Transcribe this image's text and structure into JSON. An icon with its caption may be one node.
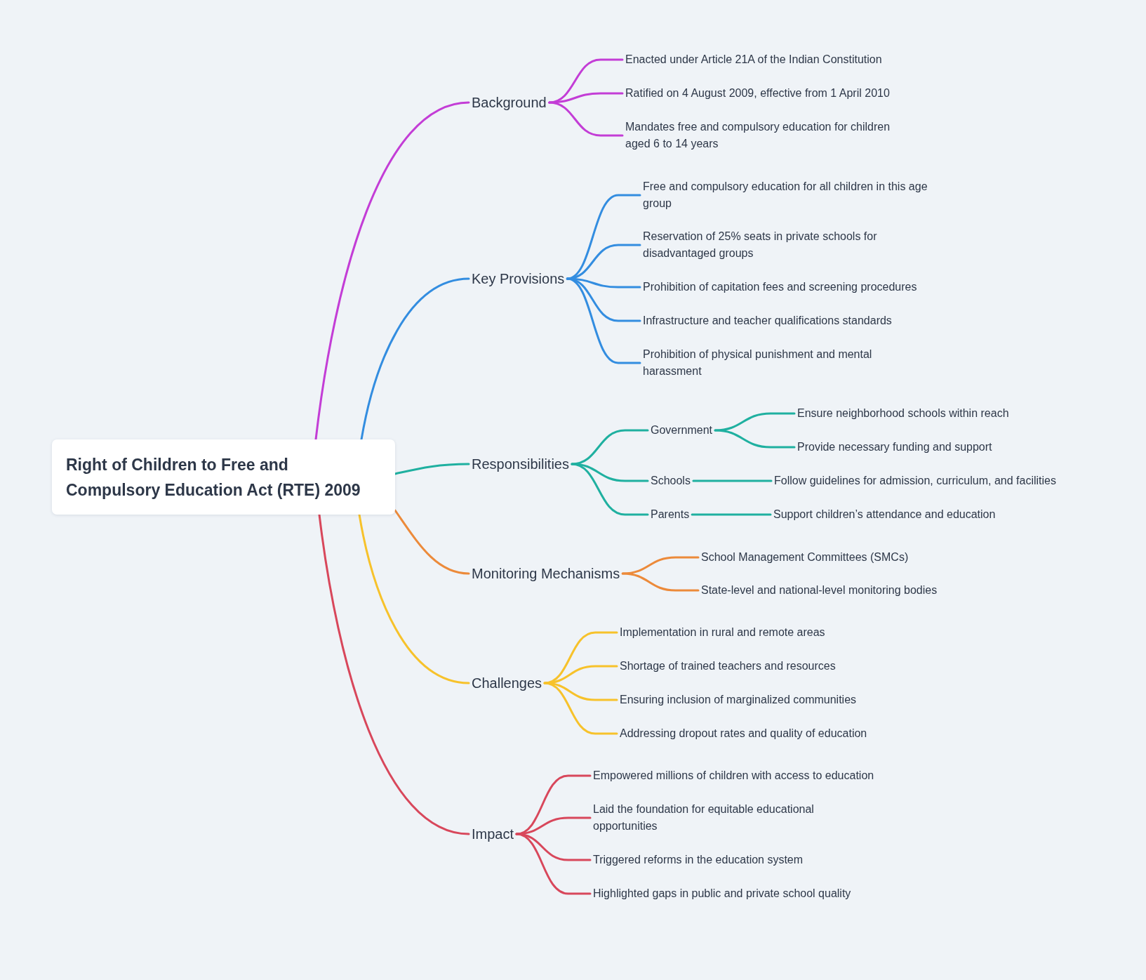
{
  "diagram": {
    "nodes": [
      {
        "text": [
          "Right of Children to Free and Compulsory Education Act (RTE) 2009"
        ]
      },
      {
        "text": [
          "Background"
        ]
      },
      {
        "text": [
          "Enacted under Article 21A of the Indian Constitution"
        ]
      },
      {
        "text": [
          "Ratified on 4 August 2009, effective from 1 April 2010"
        ]
      },
      {
        "text": [
          "Mandates free and compulsory education for children aged 6 to 14 years"
        ]
      },
      {
        "text": [
          "Key Provisions"
        ]
      },
      {
        "text": [
          "Free and compulsory education for all children in this age group"
        ]
      },
      {
        "text": [
          "Reservation of 25% seats in private schools for disadvantaged groups"
        ]
      },
      {
        "text": [
          "Prohibition of capitation fees and screening procedures"
        ]
      },
      {
        "text": [
          "Infrastructure and teacher qualifications standards"
        ]
      },
      {
        "text": [
          "Prohibition of physical punishment and mental harassment"
        ]
      },
      {
        "text": [
          "Responsibilities"
        ]
      },
      {
        "text": [
          "Government"
        ]
      },
      {
        "text": [
          "Ensure neighborhood schools within reach"
        ]
      },
      {
        "text": [
          "Provide necessary funding and support"
        ]
      },
      {
        "text": [
          "Schools"
        ]
      },
      {
        "text": [
          "Follow guidelines for admission, curriculum, and facilities"
        ]
      },
      {
        "text": [
          "Parents"
        ]
      },
      {
        "text": [
          "Support children’s attendance and education"
        ]
      },
      {
        "text": [
          "Monitoring Mechanisms"
        ]
      },
      {
        "text": [
          "School Management Committees (SMCs)"
        ]
      },
      {
        "text": [
          "State-level and national-level monitoring bodies"
        ]
      },
      {
        "text": [
          "Challenges"
        ]
      },
      {
        "text": [
          "Implementation in rural and remote areas"
        ]
      },
      {
        "text": [
          "Shortage of trained teachers and resources"
        ]
      },
      {
        "text": [
          "Ensuring inclusion of marginalized communities"
        ]
      },
      {
        "text": [
          "Addressing dropout rates and quality of education"
        ]
      },
      {
        "text": [
          "Impact"
        ]
      },
      {
        "text": [
          "Empowered millions of children with access to education"
        ]
      },
      {
        "text": [
          "Laid the foundation for equitable educational opportunities"
        ]
      },
      {
        "text": [
          "Triggered reforms in the education system"
        ]
      },
      {
        "text": [
          "Highlighted gaps in public and private school quality"
        ]
      }
    ],
    "edges": [
      {
        "from": 0,
        "to": 1,
        "arrow": "none",
        "color": "#c33dd6"
      },
      {
        "from": 1,
        "to": 2,
        "arrow": "none",
        "color": "#c33dd6"
      },
      {
        "from": 1,
        "to": 3,
        "arrow": "none",
        "color": "#c33dd6"
      },
      {
        "from": 1,
        "to": 4,
        "arrow": "none",
        "color": "#c33dd6"
      },
      {
        "from": 0,
        "to": 5,
        "arrow": "none",
        "color": "#338de0"
      },
      {
        "from": 5,
        "to": 6,
        "arrow": "none",
        "color": "#338de0"
      },
      {
        "from": 5,
        "to": 7,
        "arrow": "none",
        "color": "#338de0"
      },
      {
        "from": 5,
        "to": 8,
        "arrow": "none",
        "color": "#338de0"
      },
      {
        "from": 5,
        "to": 9,
        "arrow": "none",
        "color": "#338de0"
      },
      {
        "from": 5,
        "to": 10,
        "arrow": "none",
        "color": "#338de0"
      },
      {
        "from": 0,
        "to": 11,
        "arrow": "none",
        "color": "#1fb0a0"
      },
      {
        "from": 11,
        "to": 12,
        "arrow": "none",
        "color": "#1fb0a0"
      },
      {
        "from": 12,
        "to": 13,
        "arrow": "none",
        "color": "#1fb0a0"
      },
      {
        "from": 12,
        "to": 14,
        "arrow": "none",
        "color": "#1fb0a0"
      },
      {
        "from": 11,
        "to": 15,
        "arrow": "none",
        "color": "#1fb0a0"
      },
      {
        "from": 15,
        "to": 16,
        "arrow": "none",
        "color": "#1fb0a0"
      },
      {
        "from": 11,
        "to": 17,
        "arrow": "none",
        "color": "#1fb0a0"
      },
      {
        "from": 17,
        "to": 18,
        "arrow": "none",
        "color": "#1fb0a0"
      },
      {
        "from": 0,
        "to": 19,
        "arrow": "none",
        "color": "#ec8a3a"
      },
      {
        "from": 19,
        "to": 20,
        "arrow": "none",
        "color": "#ec8a3a"
      },
      {
        "from": 19,
        "to": 21,
        "arrow": "none",
        "color": "#ec8a3a"
      },
      {
        "from": 0,
        "to": 22,
        "arrow": "none",
        "color": "#f7c22b"
      },
      {
        "from": 22,
        "to": 23,
        "arrow": "none",
        "color": "#f7c22b"
      },
      {
        "from": 22,
        "to": 24,
        "arrow": "none",
        "color": "#f7c22b"
      },
      {
        "from": 22,
        "to": 25,
        "arrow": "none",
        "color": "#f7c22b"
      },
      {
        "from": 22,
        "to": 26,
        "arrow": "none",
        "color": "#f7c22b"
      },
      {
        "from": 0,
        "to": 27,
        "arrow": "none",
        "color": "#d8475b"
      },
      {
        "from": 27,
        "to": 28,
        "arrow": "none",
        "color": "#d8475b"
      },
      {
        "from": 27,
        "to": 29,
        "arrow": "none",
        "color": "#d8475b"
      },
      {
        "from": 27,
        "to": 30,
        "arrow": "none",
        "color": "#d8475b"
      },
      {
        "from": 27,
        "to": 31,
        "arrow": "none",
        "color": "#d8475b"
      }
    ]
  }
}
